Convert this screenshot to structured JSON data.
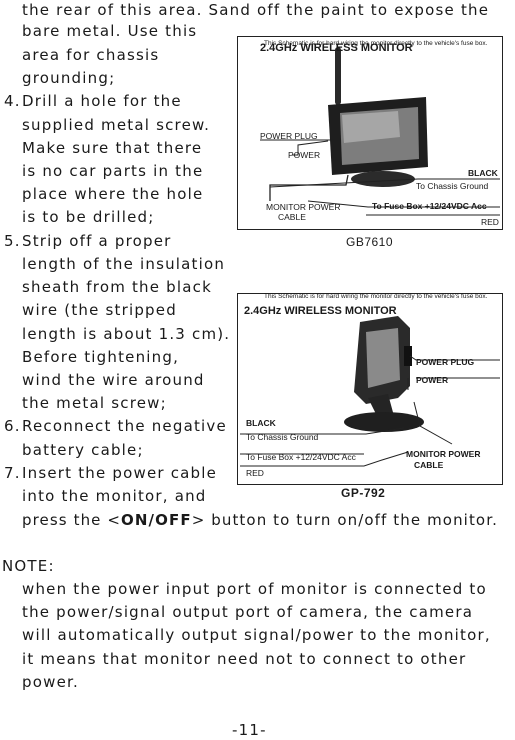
{
  "text": {
    "l1": "the rear of this area. Sand off the paint to expose the",
    "l2": "bare metal. Use this",
    "l3": "area for chassis",
    "l4": "grounding;",
    "step4_num": "4.",
    "step4": [
      "Drill a hole for the",
      "supplied metal screw.",
      "Make sure that there",
      "is no car parts in the",
      "place where the hole",
      "is to be drilled;"
    ],
    "step5_num": "5.",
    "step5": [
      "Strip off a proper",
      "length of the insulation",
      "sheath from the black",
      "wire (the stripped",
      "length is about 1.3 cm).",
      "Before tightening,",
      "wind the wire around",
      "the metal screw;"
    ],
    "step6_num": "6.",
    "step6": [
      "Reconnect the negative",
      "battery cable;"
    ],
    "step7_num": "7.",
    "step7": [
      "Insert the power cable",
      "into the monitor, and"
    ],
    "press_pre": "press the <",
    "press_bold": "ON/OFF",
    "press_post": "> button to turn on/off the monitor.",
    "note_head": "NOTE:",
    "note": [
      "when the power input port of monitor is connected to",
      "the power/signal output port of camera, the camera",
      "will automatically output signal/power to the monitor,",
      "it means that monitor need not to connect to other",
      "power."
    ],
    "page_num": "-11-"
  },
  "fig1": {
    "note": "This Schematic is for hard wiring the monitor directly to the vehicle's fuse box.",
    "title": "2.4GHz WIRELESS MONITOR",
    "power_plug": "POWER PLUG",
    "power": "POWER",
    "black": "BLACK",
    "chassis": "To Chassis Ground",
    "monitor_power": "MONITOR POWER",
    "cable": "CABLE",
    "fuse": "To Fuse Box +12/24VDC Acc",
    "red": "RED",
    "caption": "GB7610"
  },
  "fig2": {
    "note": "This Schematic is for hard wiring the monitor directly to the vehicle's fuse box.",
    "title": "2.4GHz WIRELESS MONITOR",
    "power_plug": "POWER PLUG",
    "power": "POWER",
    "black": "BLACK",
    "chassis": "To Chassis Ground",
    "fuse": "To Fuse Box +12/24VDC Acc",
    "red": "RED",
    "monitor_power": "MONITOR POWER",
    "cable": "CABLE",
    "caption": "GP-792"
  }
}
